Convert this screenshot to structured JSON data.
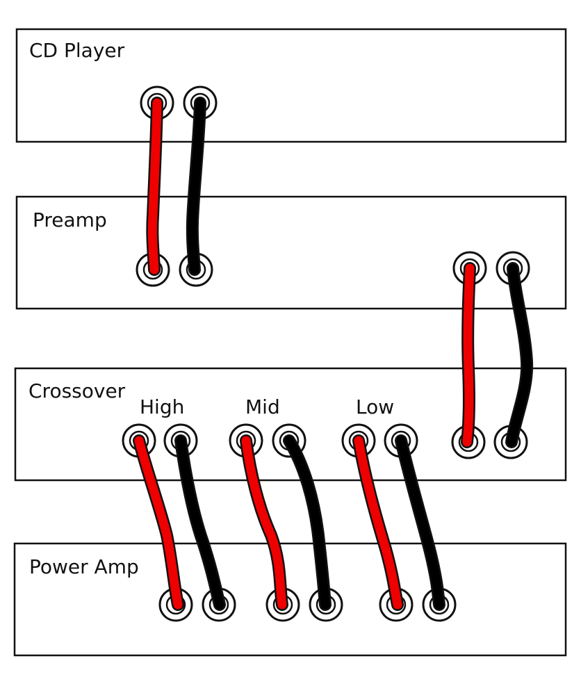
{
  "diagram": {
    "components": [
      {
        "id": "cd",
        "label": "CD Player"
      },
      {
        "id": "preamp",
        "label": "Preamp"
      },
      {
        "id": "crossover",
        "label": "Crossover"
      },
      {
        "id": "amp",
        "label": "Power Amp"
      }
    ],
    "bands": [
      {
        "id": "high",
        "label": "High"
      },
      {
        "id": "mid",
        "label": "Mid"
      },
      {
        "id": "low",
        "label": "Low"
      }
    ],
    "connections": [
      {
        "from": "cd",
        "to": "preamp",
        "count": 2
      },
      {
        "from": "preamp",
        "to": "crossover",
        "count": 2
      },
      {
        "from": "crossover.high",
        "to": "amp",
        "count": 2
      },
      {
        "from": "crossover.mid",
        "to": "amp",
        "count": 2
      },
      {
        "from": "crossover.low",
        "to": "amp",
        "count": 2
      }
    ],
    "colors": {
      "positive_cable": "#ee0000",
      "negative_cable": "#000000",
      "outline": "#111111",
      "background": "#ffffff"
    }
  }
}
